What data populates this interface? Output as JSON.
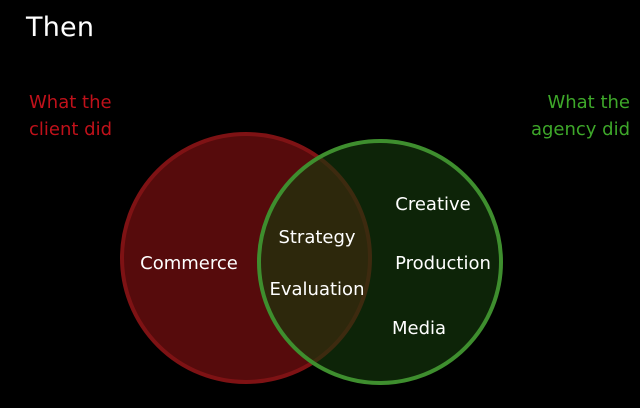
{
  "slide": {
    "title": "Then"
  },
  "labels": {
    "client_line1": "What the",
    "client_line2": "client did",
    "agency_line1": "What the",
    "agency_line2": "agency did"
  },
  "venn": {
    "left_set": {
      "items": [
        "Commerce"
      ],
      "fill": "#5a0b0d",
      "stroke": "#7e1214"
    },
    "overlap": {
      "items": [
        "Strategy",
        "Evaluation"
      ]
    },
    "right_set": {
      "items": [
        "Creative",
        "Production",
        "Media"
      ],
      "fill": "#153a0d",
      "stroke": "#3e8e2e"
    }
  },
  "colors": {
    "background": "#000000",
    "client_text": "#c0111a",
    "agency_text": "#3ea82a",
    "body_text": "#ffffff"
  }
}
